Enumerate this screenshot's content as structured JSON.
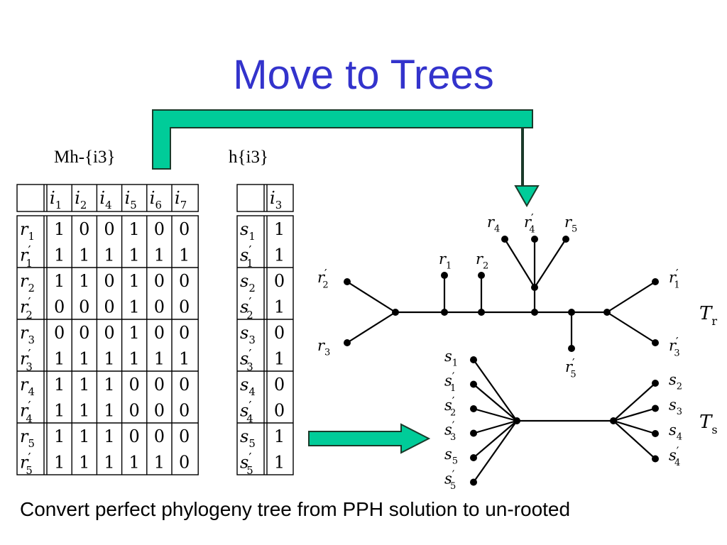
{
  "title": "Move to Trees",
  "left_table": {
    "label": "Mh-{i3}",
    "columns": [
      "i1",
      "i2",
      "i4",
      "i5",
      "i6",
      "i7"
    ],
    "groups": [
      {
        "rows": [
          {
            "name": "r1",
            "values": [
              "1",
              "0",
              "0",
              "1",
              "0",
              "0"
            ]
          },
          {
            "name": "r'1",
            "values": [
              "1",
              "1",
              "1",
              "1",
              "1",
              "1"
            ]
          }
        ]
      },
      {
        "rows": [
          {
            "name": "r2",
            "values": [
              "1",
              "1",
              "0",
              "1",
              "0",
              "0"
            ]
          },
          {
            "name": "r'2",
            "values": [
              "0",
              "0",
              "0",
              "1",
              "0",
              "0"
            ]
          }
        ]
      },
      {
        "rows": [
          {
            "name": "r3",
            "values": [
              "0",
              "0",
              "0",
              "1",
              "0",
              "0"
            ]
          },
          {
            "name": "r'3",
            "values": [
              "1",
              "1",
              "1",
              "1",
              "1",
              "1"
            ]
          }
        ]
      },
      {
        "rows": [
          {
            "name": "r4",
            "values": [
              "1",
              "1",
              "1",
              "0",
              "0",
              "0"
            ]
          },
          {
            "name": "r'4",
            "values": [
              "1",
              "1",
              "1",
              "0",
              "0",
              "0"
            ]
          }
        ]
      },
      {
        "rows": [
          {
            "name": "r5",
            "values": [
              "1",
              "1",
              "1",
              "0",
              "0",
              "0"
            ]
          },
          {
            "name": "r'5",
            "values": [
              "1",
              "1",
              "1",
              "1",
              "1",
              "0"
            ]
          }
        ]
      }
    ]
  },
  "right_table": {
    "label": "h{i3}",
    "columns": [
      "i3"
    ],
    "groups": [
      {
        "rows": [
          {
            "name": "s1",
            "values": [
              "1"
            ]
          },
          {
            "name": "s'1",
            "values": [
              "1"
            ]
          }
        ]
      },
      {
        "rows": [
          {
            "name": "s2",
            "values": [
              "0"
            ]
          },
          {
            "name": "s'2",
            "values": [
              "1"
            ]
          }
        ]
      },
      {
        "rows": [
          {
            "name": "s3",
            "values": [
              "0"
            ]
          },
          {
            "name": "s'3",
            "values": [
              "1"
            ]
          }
        ]
      },
      {
        "rows": [
          {
            "name": "s4",
            "values": [
              "0"
            ]
          },
          {
            "name": "s'4",
            "values": [
              "0"
            ]
          }
        ]
      },
      {
        "rows": [
          {
            "name": "s5",
            "values": [
              "1"
            ]
          },
          {
            "name": "s'5",
            "values": [
              "1"
            ]
          }
        ]
      }
    ]
  },
  "tree_r": {
    "label": "Tr",
    "leaves": [
      "r'2",
      "r3",
      "r1",
      "r2",
      "r4",
      "r'4",
      "r5",
      "r'5",
      "r'1",
      "r'3"
    ]
  },
  "tree_s": {
    "label": "Ts",
    "left_leaves": [
      "s1",
      "s'1",
      "s'2",
      "s'3",
      "s5",
      "s'5"
    ],
    "right_leaves": [
      "s2",
      "s3",
      "s4",
      "s'4"
    ]
  },
  "caption": "Convert perfect phylogeny tree from PPH solution to un-rooted",
  "colors": {
    "title": "#3333cc",
    "arrow_fill": "#00cc99",
    "arrow_stroke": "#1a3a2a"
  }
}
